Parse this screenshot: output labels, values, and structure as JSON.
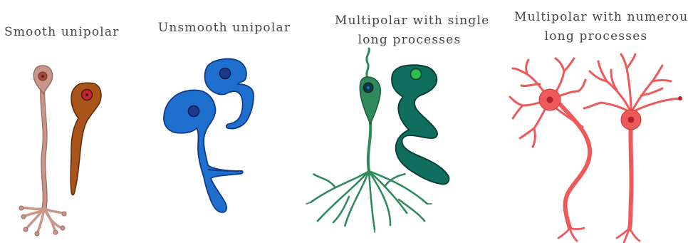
{
  "labels": {
    "smooth_unipolar": "Smooth unipolar",
    "unsmooth_unipolar": "Unsmooth unipolar",
    "multipolar_single_line1": "Multipolar with single",
    "multipolar_single_line2": "long processes",
    "multipolar_numerous_line1": "Multipolar with numerous",
    "multipolar_numerous_line2": "long processes"
  },
  "colors": {
    "smooth_pink": "#c9968a",
    "smooth_brown": "#a9541b",
    "unsmooth_blue": "#1f6fcf",
    "unsmooth_dark": "#0e3a8a",
    "single_green": "#2e8a5a",
    "single_teal": "#0f6e5e",
    "numerous_red": "#ee5a5a"
  }
}
